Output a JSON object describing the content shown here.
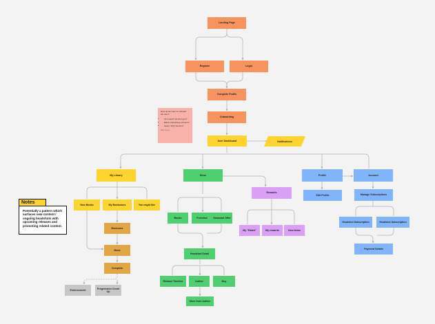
{
  "colors": {
    "orange": "#f7935e",
    "yellow": "#fdd52e",
    "green": "#4fcf6f",
    "purple": "#d9a0f3",
    "blue": "#82b4fb",
    "tan": "#e1a646",
    "grey": "#c7c7c7",
    "sticky": "#f9b2a9"
  },
  "nodes": {
    "landing": "Landing Page",
    "register": "Register",
    "login": "Login",
    "complete_profile": "Complete Profile",
    "onboarding": "Onboarding",
    "user_dashboard": "User Dashboard",
    "notifications": "Notifications",
    "my_library": "My Library",
    "store": "Store",
    "profile": "Profile",
    "account": "Account",
    "new_books": "New Books",
    "my_bookcases": "My Bookcases",
    "you_might_like": "You might like",
    "bookcase": "Bookcase",
    "book": "Book",
    "complete": "Complete",
    "endorsement": "Endorsement",
    "progression_count": "Progression Count Up",
    "books": "Books",
    "freeview": "Freeview",
    "seasonal_offer": "Seasonal Offer",
    "headshot_detail": "Headshot Detail",
    "release_timeline": "Release Timeline",
    "author": "Author",
    "buy": "Buy",
    "more_from_author": "More from Author",
    "rewards": "Rewards",
    "my_rated": "My \"Rated\"",
    "my_rewards": "My rewards",
    "new_items": "New items",
    "edit_profile": "Edit Profile",
    "manage_subscriptions": "Manage Subscriptions",
    "headshot_subscription_1": "Headshot Subscription",
    "headshot_subscription_2": "Headshot Subscription",
    "payment_details": "Payment Details"
  },
  "sticky": {
    "question": "How do we want to onboard the user?",
    "items": [
      "All in-app?/ All via log-in?",
      "Blank onboarding screens?",
      "Away / FAQ Section?"
    ],
    "author": "Matt Jones"
  },
  "notes": {
    "title": "Notes",
    "body": "Potentially a pattern which surfaces new content / ongoing headshots with upcoming releases and promoting related content."
  }
}
